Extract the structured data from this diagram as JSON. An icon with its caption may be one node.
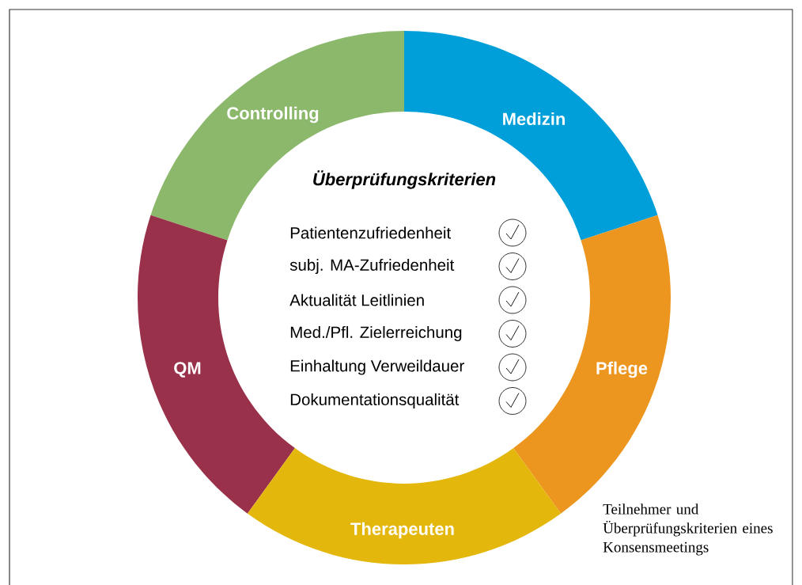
{
  "diagram": {
    "title": "Überprüfungskriterien",
    "caption": "Teilnehmer und Überprüfungskriterien eines Konsensmeetings",
    "nodes": [
      {
        "text": [
          "Controlling"
        ]
      },
      {
        "text": [
          "Medizin"
        ]
      },
      {
        "text": [
          "QM"
        ]
      },
      {
        "text": [
          "Pflege"
        ]
      },
      {
        "text": [
          "Therapeuten"
        ]
      }
    ],
    "labels": [
      "Patientenzufriedenheit",
      "subj. MA-Zufriedenheit",
      "Aktualität Leitlinien",
      "Med./Pfl. Zielerreichung",
      "Einhaltung Verweildauer",
      "Dokumentationsqualität"
    ]
  }
}
